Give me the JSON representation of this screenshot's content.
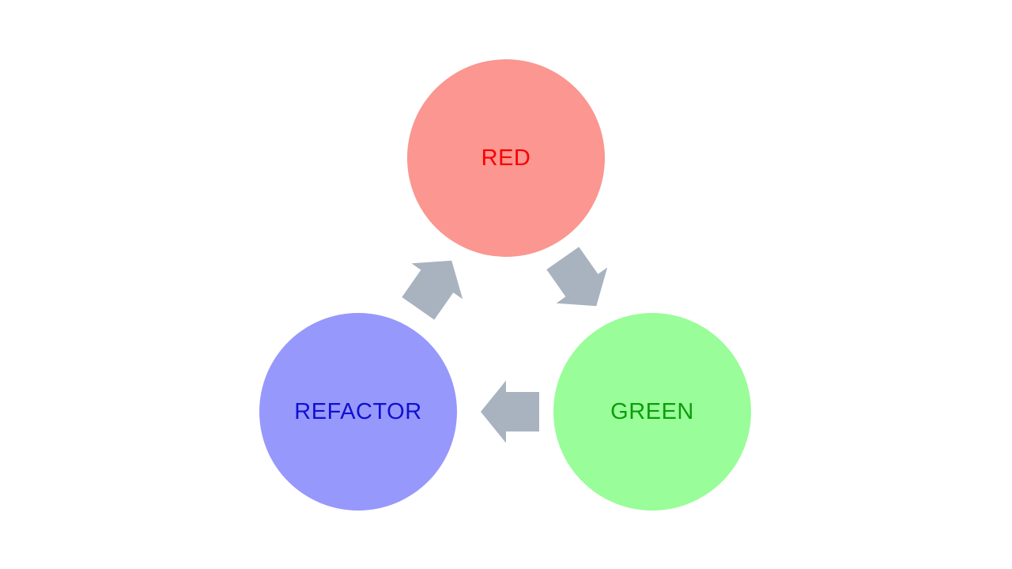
{
  "canvas": {
    "background": "#ffffff"
  },
  "diagram": {
    "type": "cycle",
    "arrow_color": "#a9b3bf",
    "nodes": [
      {
        "id": "red",
        "label": "RED",
        "fill": "#fb9690",
        "text_color": "#fa0000"
      },
      {
        "id": "green",
        "label": "GREEN",
        "fill": "#99fd99",
        "text_color": "#0b9e0b"
      },
      {
        "id": "refactor",
        "label": "REFACTOR",
        "fill": "#9798fc",
        "text_color": "#0f10cf"
      }
    ],
    "arrows": [
      {
        "from": "RED",
        "to": "GREEN",
        "direction": "down-right"
      },
      {
        "from": "GREEN",
        "to": "REFACTOR",
        "direction": "left"
      },
      {
        "from": "REFACTOR",
        "to": "RED",
        "direction": "up-right"
      }
    ]
  }
}
